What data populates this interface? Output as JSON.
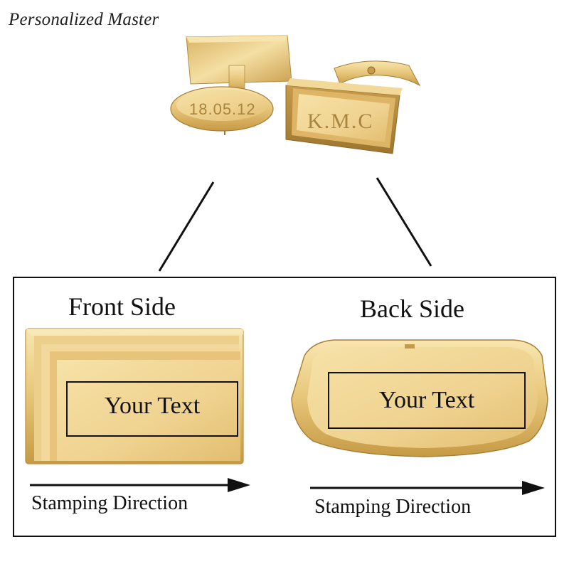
{
  "brand": {
    "label": "Personalized Master"
  },
  "product_photo": {
    "back_engraving": "18.05.12",
    "front_engraving": "K.M.C"
  },
  "diagram": {
    "front": {
      "title": "Front Side",
      "placeholder_text": "Your Text",
      "direction_label": "Stamping Direction"
    },
    "back": {
      "title": "Back Side",
      "placeholder_text": "Your Text",
      "direction_label": "Stamping Direction"
    }
  },
  "colors": {
    "gold_light": "#f6dfa4",
    "gold_mid": "#e4c172",
    "gold_dark": "#b8903e",
    "outline": "#111111"
  }
}
